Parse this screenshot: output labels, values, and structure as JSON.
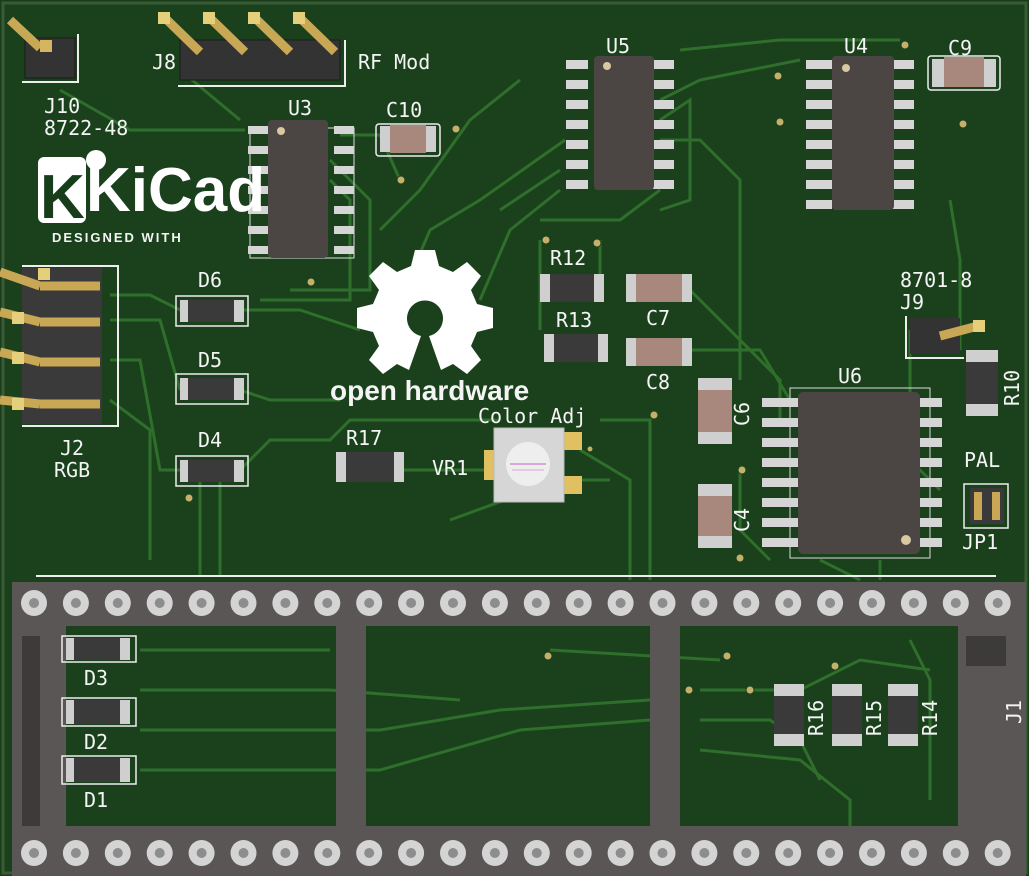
{
  "labels": {
    "j10": "J10",
    "j10_part": "8722-48",
    "j8": "J8",
    "rf_mod": "RF Mod",
    "u3": "U3",
    "c10": "C10",
    "u5": "U5",
    "u4": "U4",
    "c9": "C9",
    "d6": "D6",
    "d5": "D5",
    "d4": "D4",
    "j2": "J2",
    "rgb": "RGB",
    "r12": "R12",
    "r13": "R13",
    "c7": "C7",
    "c8": "C8",
    "j9_part": "8701-8",
    "j9": "J9",
    "r10": "R10",
    "u6": "U6",
    "c6": "C6",
    "c4": "C4",
    "pal": "PAL",
    "jp1": "JP1",
    "r17": "R17",
    "vr1": "VR1",
    "color_adj": "Color Adj",
    "d3": "D3",
    "d2": "D2",
    "d1": "D1",
    "r16": "R16",
    "r15": "R15",
    "r14": "R14",
    "j1": "J1"
  },
  "logos": {
    "kicad_text": "KiCad",
    "kicad_tagline": "DESIGNED WITH",
    "oshw_text": "open hardware"
  },
  "colors": {
    "board": "#173d1a",
    "trace": "#2d6a2a",
    "silkscreen": "#f4f4f4",
    "ic_body": "#4a4542",
    "smd_body": "#3a3a3a",
    "cap_body": "#a8887c",
    "pad": "#cfcfcf",
    "header_pin": "#c9a855",
    "socket": "#5a5656"
  }
}
